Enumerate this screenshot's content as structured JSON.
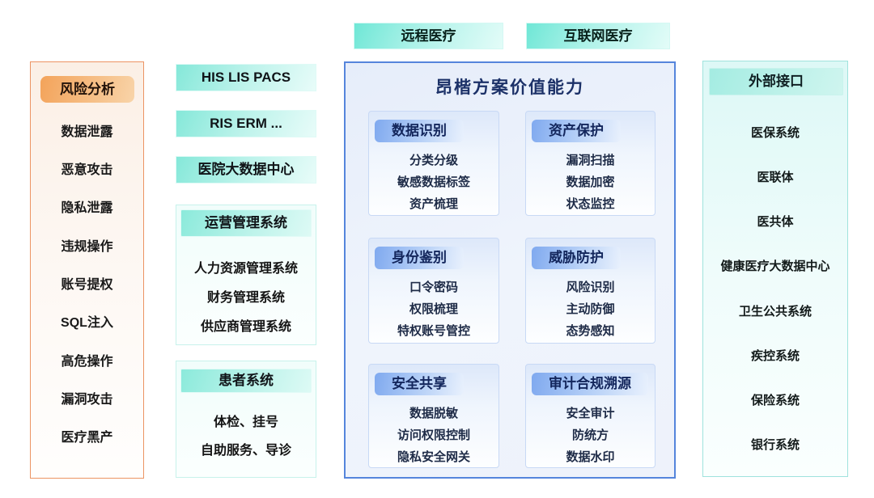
{
  "top_tags": {
    "tag1": "远程医疗",
    "tag2": "互联网医疗"
  },
  "risk_panel": {
    "title": "风险分析",
    "items": [
      "数据泄露",
      "恶意攻击",
      "隐私泄露",
      "违规操作",
      "账号提权",
      "SQL注入",
      "高危操作",
      "漏洞攻击",
      "医疗黑产"
    ]
  },
  "hospital_systems": {
    "standalone_boxes": [
      "HIS LIS PACS",
      "RIS ERM ...",
      "医院大数据中心"
    ],
    "ops_group": {
      "title": "运营管理系统",
      "items": [
        "人力资源管理系统",
        "财务管理系统",
        "供应商管理系统"
      ]
    },
    "patient_group": {
      "title": "患者系统",
      "items": [
        "体检、挂号",
        "自助服务、导诊"
      ]
    }
  },
  "solution_panel": {
    "title": "昂楷方案价值能力",
    "capabilities": [
      {
        "title": "数据识别",
        "items": [
          "分类分级",
          "敏感数据标签",
          "资产梳理"
        ]
      },
      {
        "title": "资产保护",
        "items": [
          "漏洞扫描",
          "数据加密",
          "状态监控"
        ]
      },
      {
        "title": "身份鉴别",
        "items": [
          "口令密码",
          "权限梳理",
          "特权账号管控"
        ]
      },
      {
        "title": "威胁防护",
        "items": [
          "风险识别",
          "主动防御",
          "态势感知"
        ]
      },
      {
        "title": "安全共享",
        "items": [
          "数据脱敏",
          "访问权限控制",
          "隐私安全网关"
        ]
      },
      {
        "title": "审计合规溯源",
        "items": [
          "安全审计",
          "防统方",
          "数据水印"
        ]
      }
    ]
  },
  "external_panel": {
    "title": "外部接口",
    "items": [
      "医保系统",
      "医联体",
      "医共体",
      "健康医疗大数据中心",
      "卫生公共系统",
      "疾控系统",
      "保险系统",
      "银行系统"
    ]
  },
  "colors": {
    "accent_orange_border": "#EC9463",
    "accent_orange_pill": "#F3A35A",
    "accent_teal": "#7FE8D8",
    "accent_blue_border": "#5585DC",
    "capability_pill_blue": "#7FA9EF",
    "title_navy": "#1C3168"
  }
}
